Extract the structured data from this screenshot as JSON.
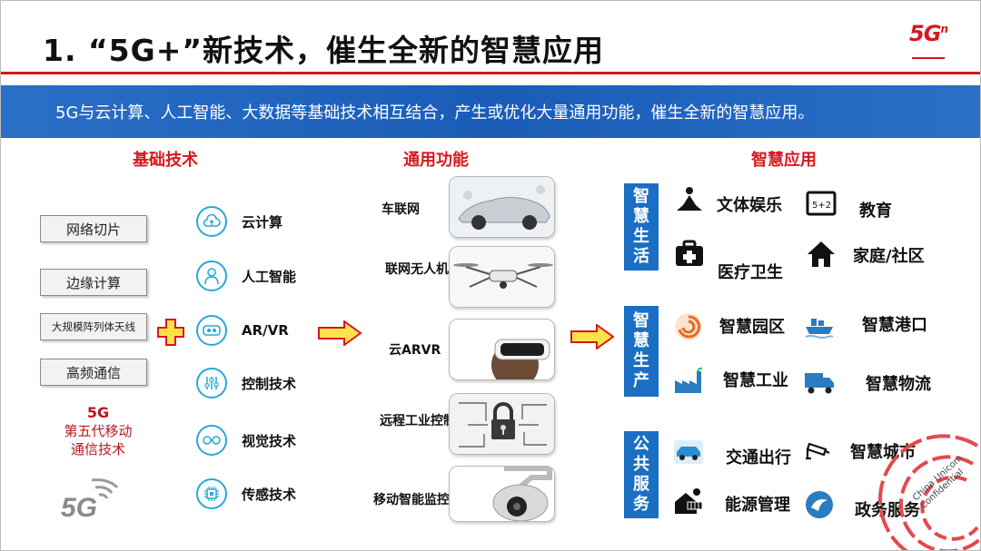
{
  "title": "1. “5G+”新技术，催生全新的智慧应用",
  "logo": {
    "mark": "5G",
    "superscript": "n"
  },
  "banner": "5G与云计算、人工智能、大数据等基础技术相互结合，产生或优化大量通用功能，催生全新的智慧应用。",
  "sections": {
    "basic": "基础技术",
    "general": "通用功能",
    "smart": "智慧应用"
  },
  "basic_boxes": [
    "网络切片",
    "边缘计算",
    "大规模阵列体天线",
    "高频通信"
  ],
  "red_note": {
    "line1": "5G",
    "line2": "第五代移动",
    "line3": "通信技术"
  },
  "logo_5g": "5G",
  "techs": [
    {
      "label": "云计算",
      "icon": "cloud-icon"
    },
    {
      "label": "人工智能",
      "icon": "person-icon"
    },
    {
      "label": "AR/VR",
      "icon": "vr-headset-icon"
    },
    {
      "label": "控制技术",
      "icon": "sliders-icon"
    },
    {
      "label": "视觉技术",
      "icon": "glasses-icon"
    },
    {
      "label": "传感技术",
      "icon": "chip-icon"
    }
  ],
  "functions": [
    "车联网",
    "联网无人机",
    "云ARVR",
    "远程工业控制",
    "移动智能监控"
  ],
  "groups": [
    {
      "name": "智慧生活",
      "chars": [
        "智",
        "慧",
        "生",
        "活"
      ]
    },
    {
      "name": "智慧生产",
      "chars": [
        "智",
        "慧",
        "生",
        "产"
      ]
    },
    {
      "name": "公共服务",
      "chars": [
        "公",
        "共",
        "服",
        "务"
      ]
    }
  ],
  "apps": {
    "life": [
      "文体娱乐",
      "教育",
      "医疗卫生",
      "家庭/社区"
    ],
    "production": [
      "智慧园区",
      "智慧港口",
      "智慧工业",
      "智慧物流"
    ],
    "public": [
      "交通出行",
      "智慧城市",
      "能源管理",
      "政务服务"
    ]
  },
  "confidential": {
    "line1": "China Unicom",
    "line2": "Confidential"
  },
  "colors": {
    "red": "#d8181f",
    "blue": "#1a6fc4",
    "cyan": "#2aa8d6",
    "arrow_yellow": "#ffe24a"
  }
}
